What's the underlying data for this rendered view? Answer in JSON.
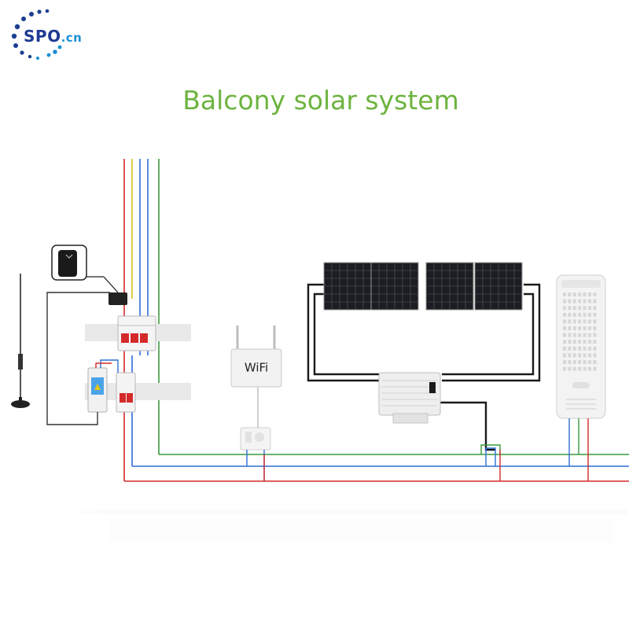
{
  "logo": {
    "brand": "SPO",
    "suffix": ".cn"
  },
  "title": "Balcony solar system",
  "router": {
    "label": "WiFi"
  },
  "colors": {
    "title": "#6db33f",
    "live": "#d42a2a",
    "neutral": "#2e6fd6",
    "earth": "#3a9a3a",
    "yellow": "#d9c21a",
    "dc": "#1a1a1a"
  },
  "icons": [
    "antenna-icon",
    "ct-clamp-icon",
    "circuit-breaker-icon",
    "energy-meter-icon",
    "wifi-router-icon",
    "power-socket-icon",
    "solar-panel-icon",
    "microinverter-icon",
    "battery-storage-icon"
  ]
}
